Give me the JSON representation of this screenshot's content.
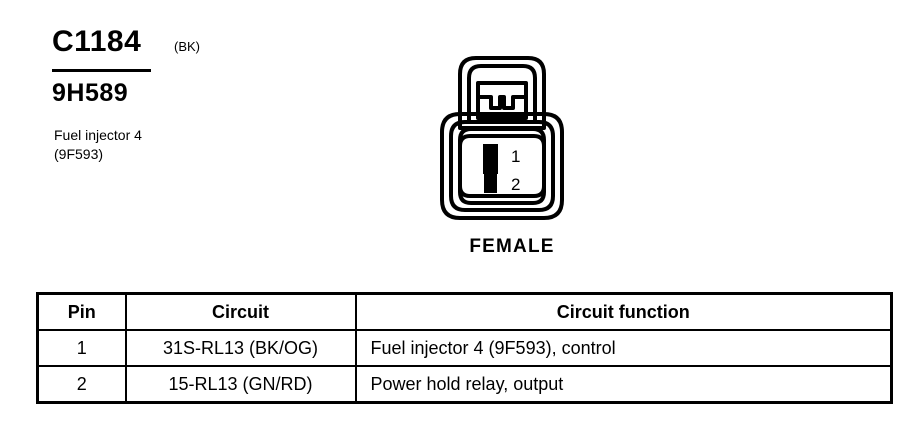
{
  "header": {
    "connector_id": "C1184",
    "color_code": "(BK)",
    "part_number": "9H589",
    "description_line1": "Fuel injector 4",
    "description_line2": "(9F593)"
  },
  "connector": {
    "gender_label": "FEMALE",
    "pin_labels": [
      "1",
      "2"
    ],
    "cavity_count": 2
  },
  "table": {
    "headers": {
      "pin": "Pin",
      "circuit": "Circuit",
      "function": "Circuit function"
    },
    "rows": [
      {
        "pin": "1",
        "circuit": "31S-RL13 (BK/OG)",
        "function": "Fuel injector 4 (9F593), control"
      },
      {
        "pin": "2",
        "circuit": "15-RL13 (GN/RD)",
        "function": "Power hold relay, output"
      }
    ]
  },
  "colors": {
    "ink": "#000000",
    "paper": "#ffffff"
  }
}
